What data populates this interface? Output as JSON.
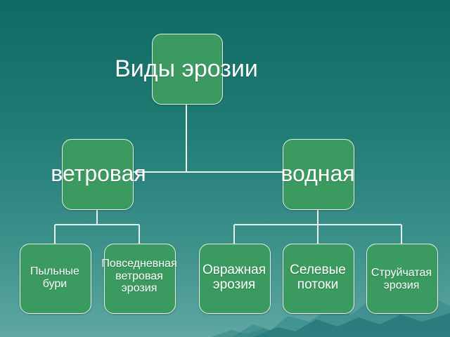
{
  "diagram": {
    "root": {
      "label": "Виды эрозии"
    },
    "branches": [
      {
        "label": "ветровая",
        "children": [
          {
            "label": "Пыльные\nбури"
          },
          {
            "label": "Повседневная\nветровая\nэрозия"
          }
        ]
      },
      {
        "label": "водная",
        "children": [
          {
            "label": "Овражная\nэрозия"
          },
          {
            "label": "Селевые\nпотоки"
          },
          {
            "label": "Струйчатая\nэрозия"
          }
        ]
      }
    ]
  },
  "colors": {
    "background": "#1f7a74",
    "node_fill": "#3a9a5f",
    "node_border": "#e7f2ea",
    "connector": "#e7f2ea",
    "text": "#ffffff"
  }
}
